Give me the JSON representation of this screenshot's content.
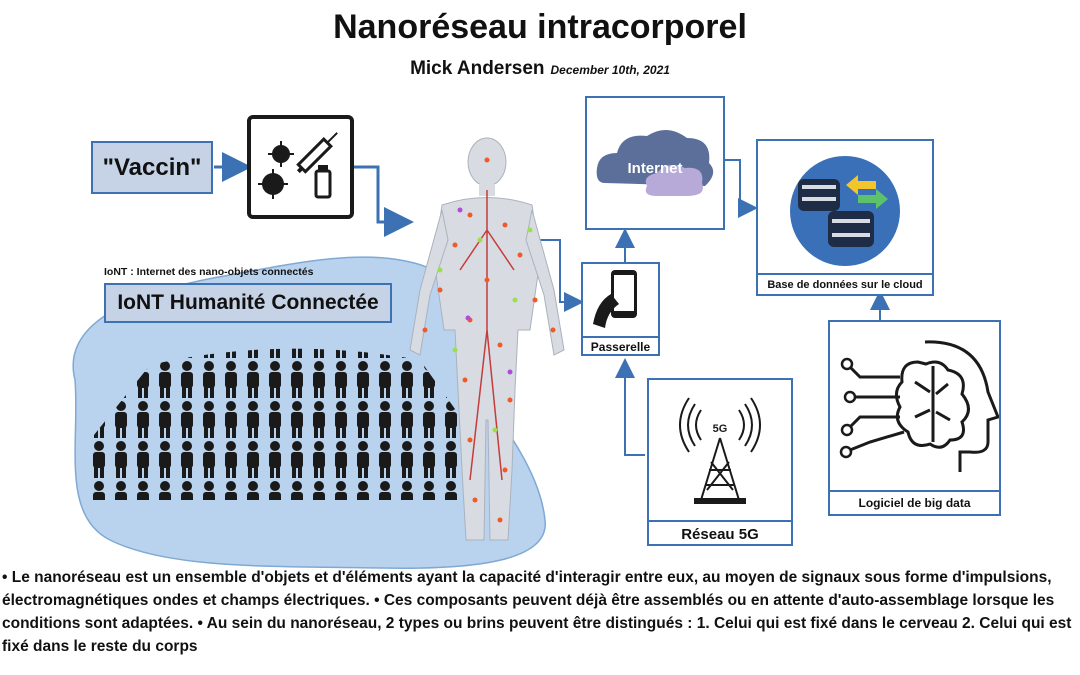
{
  "title": "Nanoréseau intracorporel",
  "author": "Mick Andersen",
  "date": "December 10th, 2021",
  "vaccine_label": "\"Vaccin\"",
  "iont_caption": "IoNT : Internet des nano-objets connectés",
  "iont_label": "IoNT Humanité Connectée",
  "gateway_label": "Passerelle",
  "internet_label": "Internet",
  "database_label": "Base de données sur le cloud",
  "network_label": "Réseau 5G",
  "network_icon_text": "5G",
  "bigdata_label": "Logiciel de big data",
  "description": "• Le nanoréseau est un ensemble d'objets et d'éléments ayant la capacité d'interagir entre eux, au moyen de signaux sous forme d'impulsions, électromagnétiques ondes et champs électriques. •  Ces composants peuvent déjà être assemblés ou en attente d'auto-assemblage lorsque les conditions  sont adaptées. • Au sein du nanoréseau, 2 types ou brins peuvent être distingués : 1. Celui qui est fixé dans le cerveau 2. Celui qui est fixé dans le reste du corps",
  "colors": {
    "frame_blue": "#3c71b3",
    "label_fill": "#c6d3e6",
    "blob_fill": "#b9d3ee",
    "arrow": "#3c71b3"
  }
}
